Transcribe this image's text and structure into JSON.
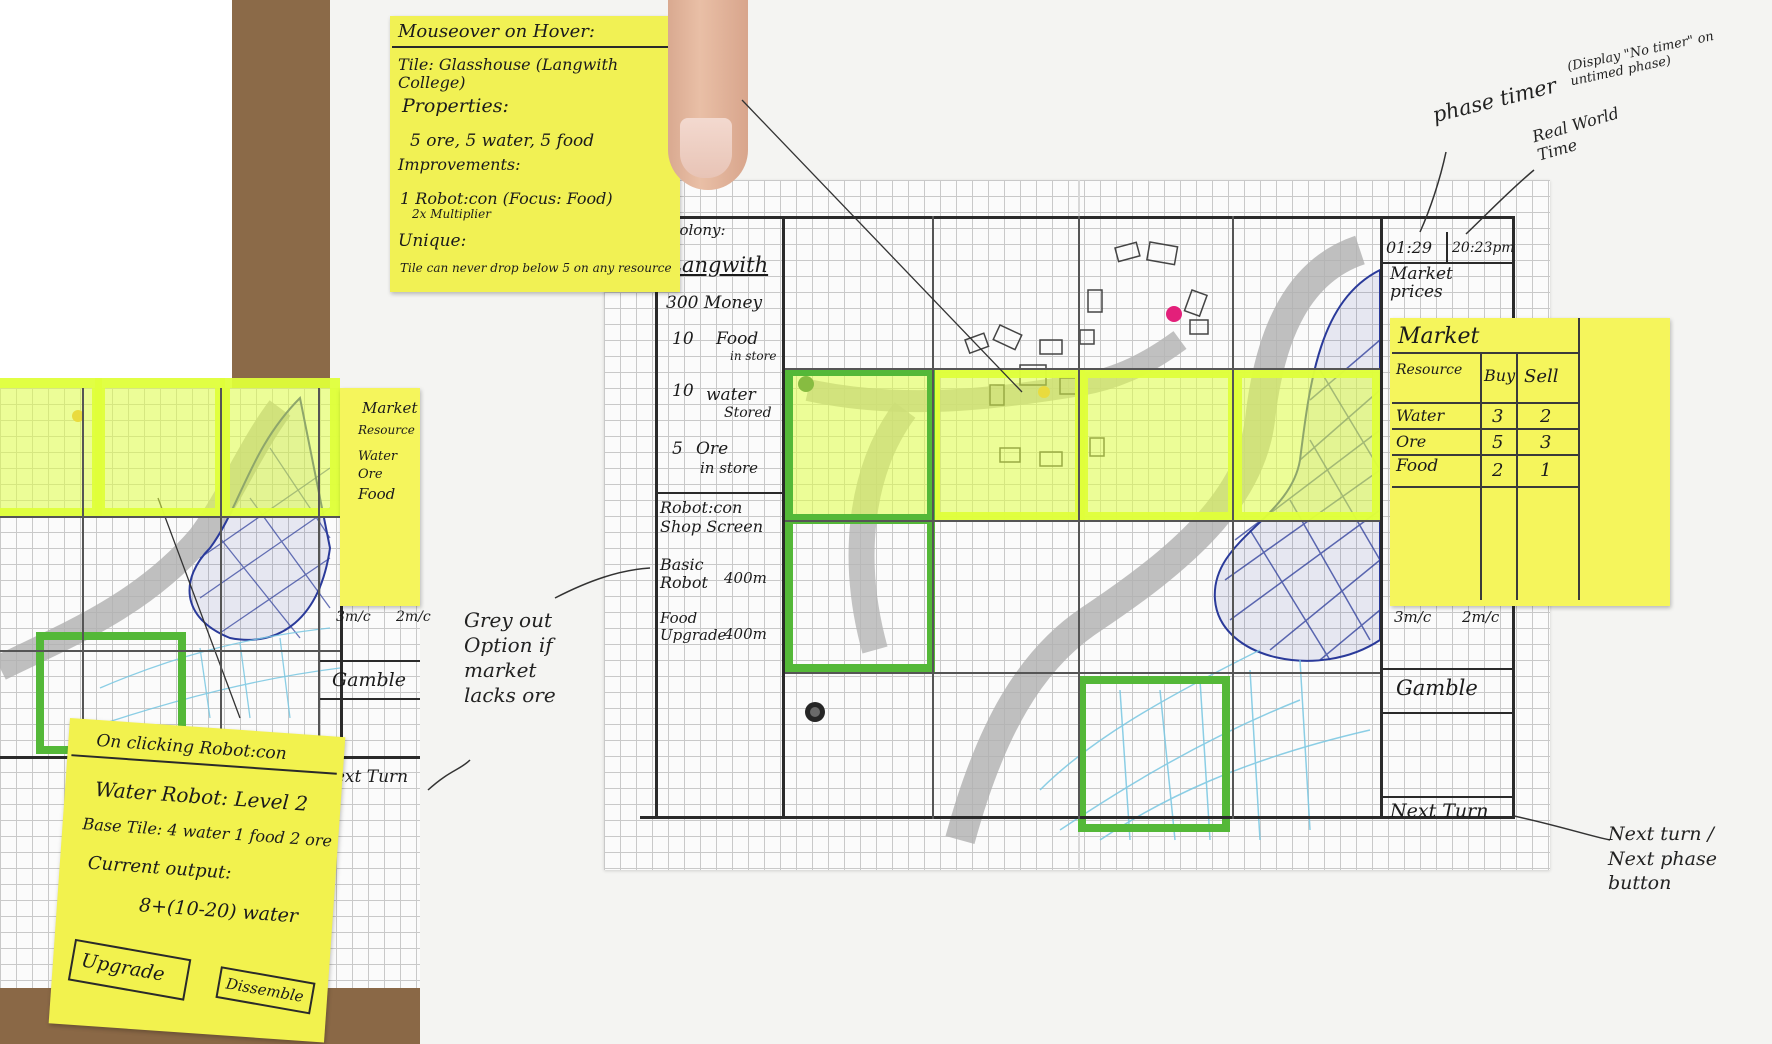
{
  "mouseover_note": {
    "title": "Mouseover on Hover:",
    "tile_label": "Tile: Glasshouse (Langwith College)",
    "properties_label": "Properties:",
    "properties_value": "5 ore, 5 water, 5 food",
    "improvements_label": "Improvements:",
    "improvement_item": "1 Robot:con (Focus: Food)",
    "improvement_multiplier": "2x Multiplier",
    "unique_label": "Unique:",
    "unique_value": "Tile can never drop below 5 on any resource"
  },
  "left_panel": {
    "colony_label": "Colony:",
    "colony_name": "Langwith",
    "money": "300 Money",
    "food_amount": "10",
    "food_label": "Food",
    "food_sub": "in store",
    "water_amount": "10",
    "water_label": "water",
    "water_sub": "Stored",
    "ore_amount": "5",
    "ore_label": "Ore",
    "ore_sub": "in store",
    "shop_title": "Robot:con Shop Screen",
    "shop_item_1": "Basic Robot",
    "shop_item_1_price": "400m",
    "shop_item_2": "Food Upgrade",
    "shop_item_2_price": "400m"
  },
  "right_panel": {
    "phase_timer": "01:29",
    "real_time": "20:23pm",
    "market_prices_label": "Market prices",
    "price_a": "3m/c",
    "price_b": "2m/c",
    "gamble_label": "Gamble",
    "next_turn_label": "Next Turn"
  },
  "market_note": {
    "title": "Market",
    "headers": [
      "Resource",
      "Buy",
      "Sell"
    ],
    "rows": [
      {
        "resource": "Water",
        "buy": "3",
        "sell": "2"
      },
      {
        "resource": "Ore",
        "buy": "5",
        "sell": "3"
      },
      {
        "resource": "Food",
        "buy": "2",
        "sell": "1"
      }
    ]
  },
  "annotations": {
    "phase_timer": "phase timer",
    "phase_timer_note": "(Display \"No timer\" on untimed phase)",
    "real_world_time": "Real World Time",
    "grey_out": "Grey out Option if market lacks ore",
    "next_turn": "Next turn / Next phase button"
  },
  "robot_click_note": {
    "title": "On clicking Robot:con",
    "line_1": "Water Robot: Level 2",
    "line_2": "Base Tile: 4 water 1 food 2 ore",
    "line_3": "Current output:",
    "line_4": "8+(10-20) water",
    "upgrade_label": "Upgrade",
    "dissemble_label": "Dissemble"
  },
  "inset_panel": {
    "market_label": "Market",
    "resource_label": "Resource",
    "water": "Water",
    "ore": "Ore",
    "food": "Food",
    "price_a": "3m/c",
    "price_b": "2m/c",
    "gamble": "Gamble",
    "next_turn": "Next Turn"
  },
  "colors": {
    "sticky": "#f5f55c",
    "tile_green": "#54b838",
    "tile_highlight": "#dfff3a",
    "lake_blue": "#2a3a9a",
    "marsh_cyan": "#78c7e2",
    "city_marker": "#e3207a"
  }
}
